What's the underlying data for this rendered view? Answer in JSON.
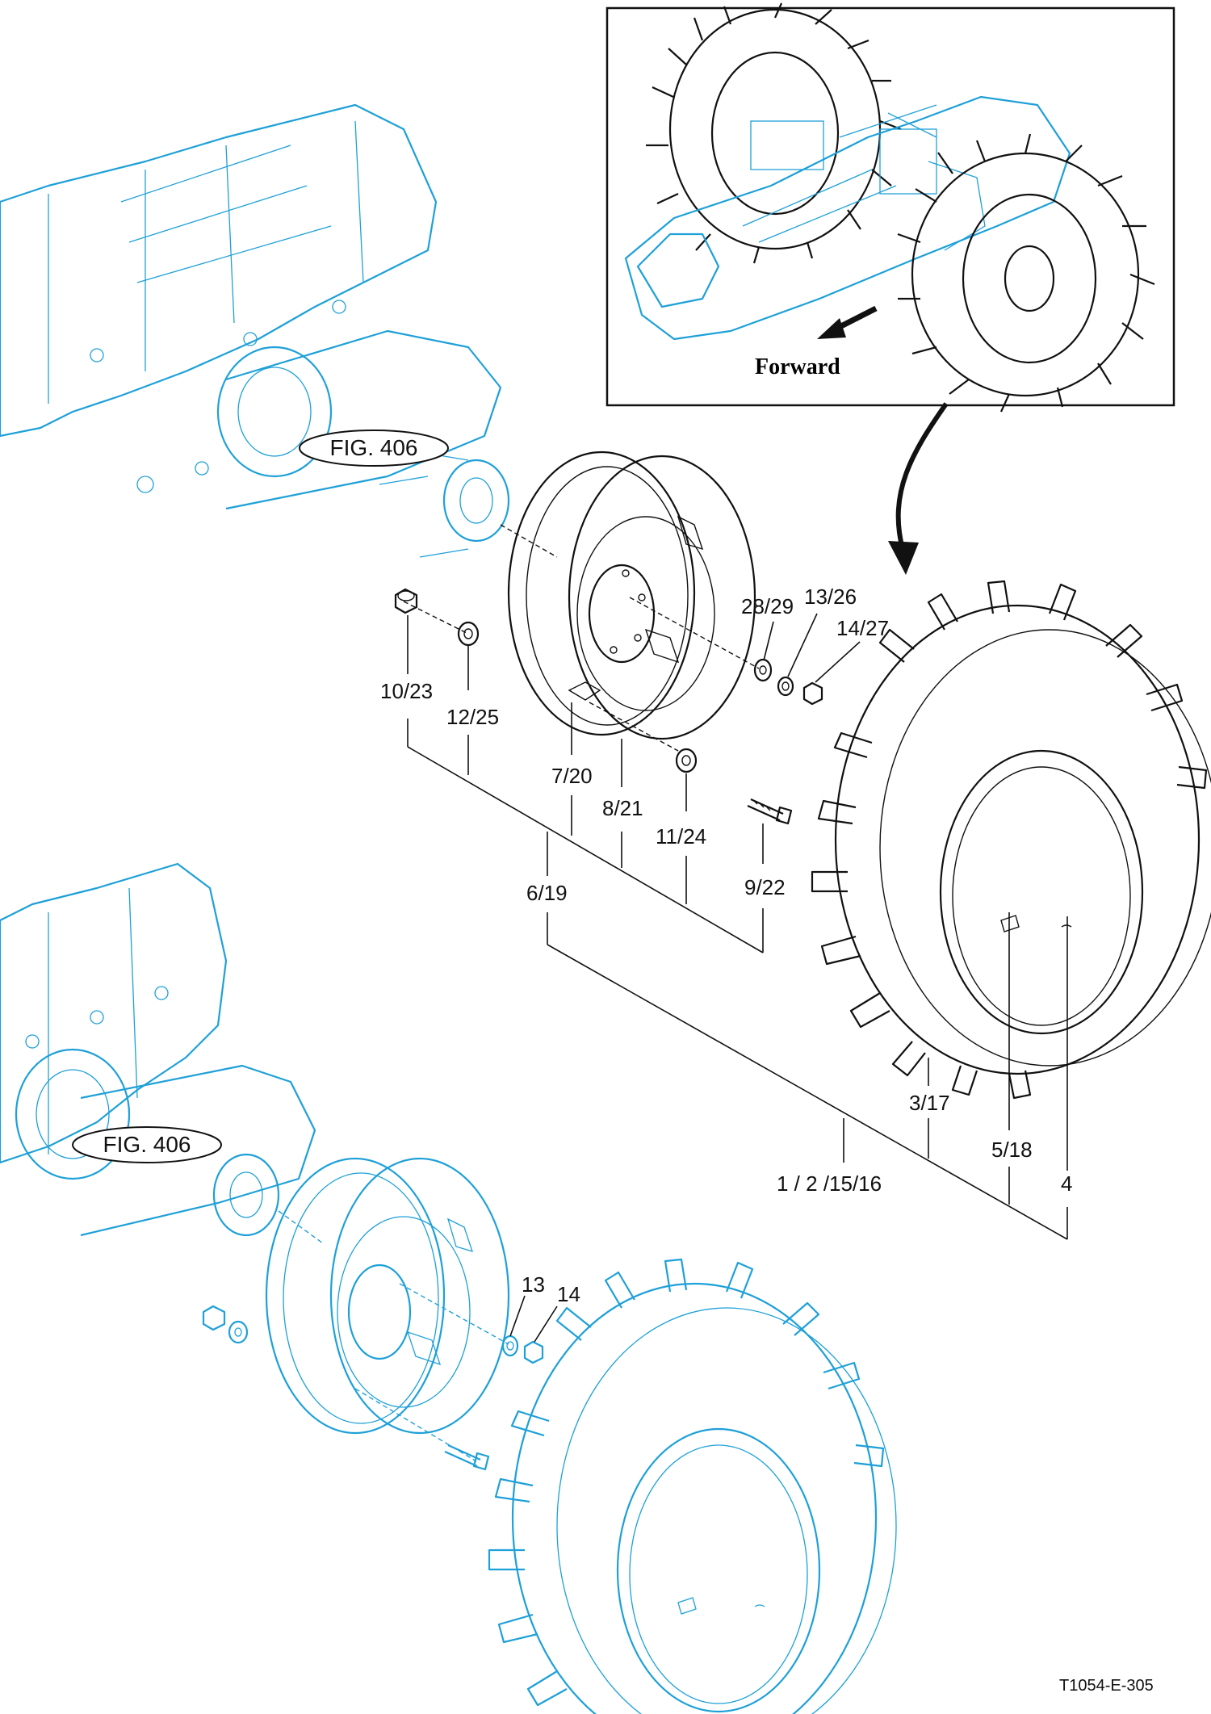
{
  "figure": {
    "inset_direction_label": "Forward",
    "fig_ref_upper": "FIG. 406",
    "fig_ref_lower": "FIG. 406",
    "drawing_code": "T1054-E-305"
  },
  "callouts": {
    "c_28_29": "28/29",
    "c_13_26": "13/26",
    "c_14_27": "14/27",
    "c_10_23": "10/23",
    "c_12_25": "12/25",
    "c_7_20": "7/20",
    "c_8_21": "8/21",
    "c_11_24": "11/24",
    "c_9_22": "9/22",
    "c_6_19": "6/19",
    "c_3_17": "3/17",
    "c_5_18": "5/18",
    "c_1_2_15_16": "1 / 2 /15/16",
    "c_4": "4",
    "c_13": "13",
    "c_14": "14"
  },
  "colors": {
    "line_black": "#111111",
    "line_blue": "#1ea0d8",
    "background": "#ffffff"
  }
}
